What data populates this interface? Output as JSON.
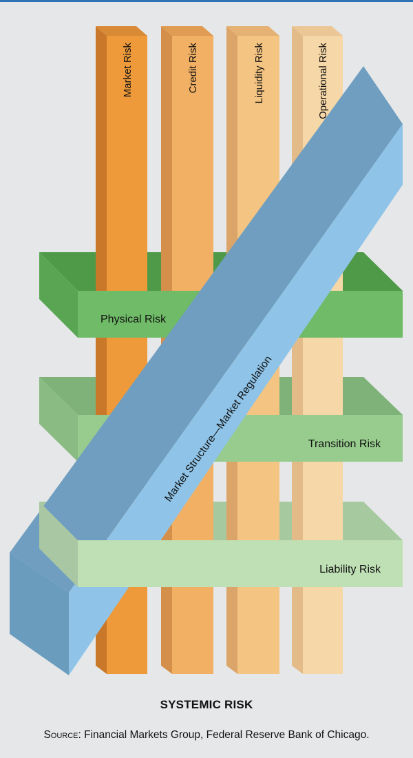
{
  "columns": [
    {
      "label": "Market Risk"
    },
    {
      "label": "Credit Risk"
    },
    {
      "label": "Liquidity Risk"
    },
    {
      "label": "Operational Risk"
    }
  ],
  "slabs": [
    {
      "label": "Physical Risk"
    },
    {
      "label": "Transition Risk"
    },
    {
      "label": "Liability Risk"
    }
  ],
  "band": {
    "label": "Market Structure—Market Regulation"
  },
  "caption": "SYSTEMIC RISK",
  "source": {
    "prefix": "Source",
    "text": ": Financial Markets Group, Federal Reserve Bank of Chicago."
  },
  "colors": {
    "market": "#ee9a3a",
    "credit": "#f1b064",
    "liquidity": "#f4c482",
    "operational": "#f6d7a7",
    "physical": "#6fbb67",
    "transition": "#98cc8e",
    "liability": "#bfe0b5",
    "band_front": "#8fc4e8",
    "band_top": "#6f9ec0"
  }
}
